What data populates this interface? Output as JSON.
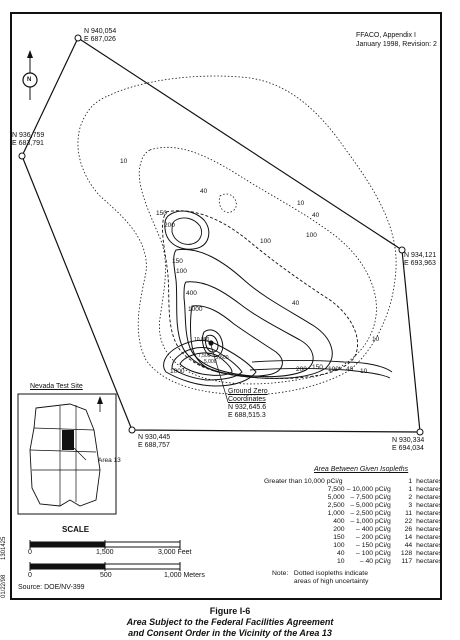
{
  "header": {
    "line1": "FFACO, Appendix I",
    "line2": "January 1998, Revision: 2"
  },
  "north_arrow": {
    "label": "N"
  },
  "coordinates": [
    {
      "n": "N 940,054",
      "e": "E 687,026"
    },
    {
      "n": "N 936,759",
      "e": "E 683,791"
    },
    {
      "n": "N 934,121",
      "e": "E 693,963"
    },
    {
      "n": "N 930,334",
      "e": "E 694,034"
    },
    {
      "n": "N 930,445",
      "e": "E 688,757"
    }
  ],
  "ground_zero": {
    "label1": "Ground Zero",
    "label2": "Coordinates",
    "n": "N 932,645.6",
    "e": "E 688,515.3"
  },
  "isopleth_labels": [
    "10",
    "40",
    "10",
    "40",
    "100",
    "150",
    "200",
    "100",
    "40",
    "10",
    "150",
    "100",
    "400",
    "1000",
    "200",
    "1000",
    "150",
    "100",
    "40",
    "10",
    "7,500",
    "5,000",
    "2,500",
    "10,000"
  ],
  "inset": {
    "title": "Nevada Test Site",
    "area_label": "Area 13"
  },
  "scale": {
    "title": "SCALE",
    "feet": [
      "0",
      "1,500",
      "3,000 Feet"
    ],
    "meters": [
      "0",
      "500",
      "1,000 Meters"
    ],
    "source": "Source: DOE/NV-399"
  },
  "legend": {
    "title": "Area Between Given Isopleths",
    "rows": [
      {
        "from": "Greater than 10,000 pCi/g",
        "to": "",
        "count": "1",
        "unit": "hectares"
      },
      {
        "from": "7,500",
        "to": "10,000 pCi/g",
        "count": "1",
        "unit": "hectares"
      },
      {
        "from": "5,000",
        "to": "7,500 pCi/g",
        "count": "2",
        "unit": "hectares"
      },
      {
        "from": "2,500",
        "to": "5,000 pCi/g",
        "count": "3",
        "unit": "hectares"
      },
      {
        "from": "1,000",
        "to": "2,500 pCi/g",
        "count": "11",
        "unit": "hectares"
      },
      {
        "from": "400",
        "to": "1,000 pCi/g",
        "count": "22",
        "unit": "hectares"
      },
      {
        "from": "200",
        "to": "400 pCi/g",
        "count": "26",
        "unit": "hectares"
      },
      {
        "from": "150",
        "to": "200 pCi/g",
        "count": "14",
        "unit": "hectares"
      },
      {
        "from": "100",
        "to": "150 pCi/g",
        "count": "44",
        "unit": "hectares"
      },
      {
        "from": "40",
        "to": "100 pCi/g",
        "count": "128",
        "unit": "hectares"
      },
      {
        "from": "10",
        "to": "40 pCi/g",
        "count": "117",
        "unit": "hectares"
      }
    ],
    "note_label": "Note:",
    "note_text": "Dotted isopleths indicate\nareas of high uncertainty"
  },
  "caption": {
    "line1": "Figure I-6",
    "line2": "Area Subject to the Federal Facilities Agreement",
    "line3": "and Consent Order in the Vicinity of the Area 13"
  },
  "side_text": {
    "date": "01/22/98",
    "code": "1301425"
  }
}
